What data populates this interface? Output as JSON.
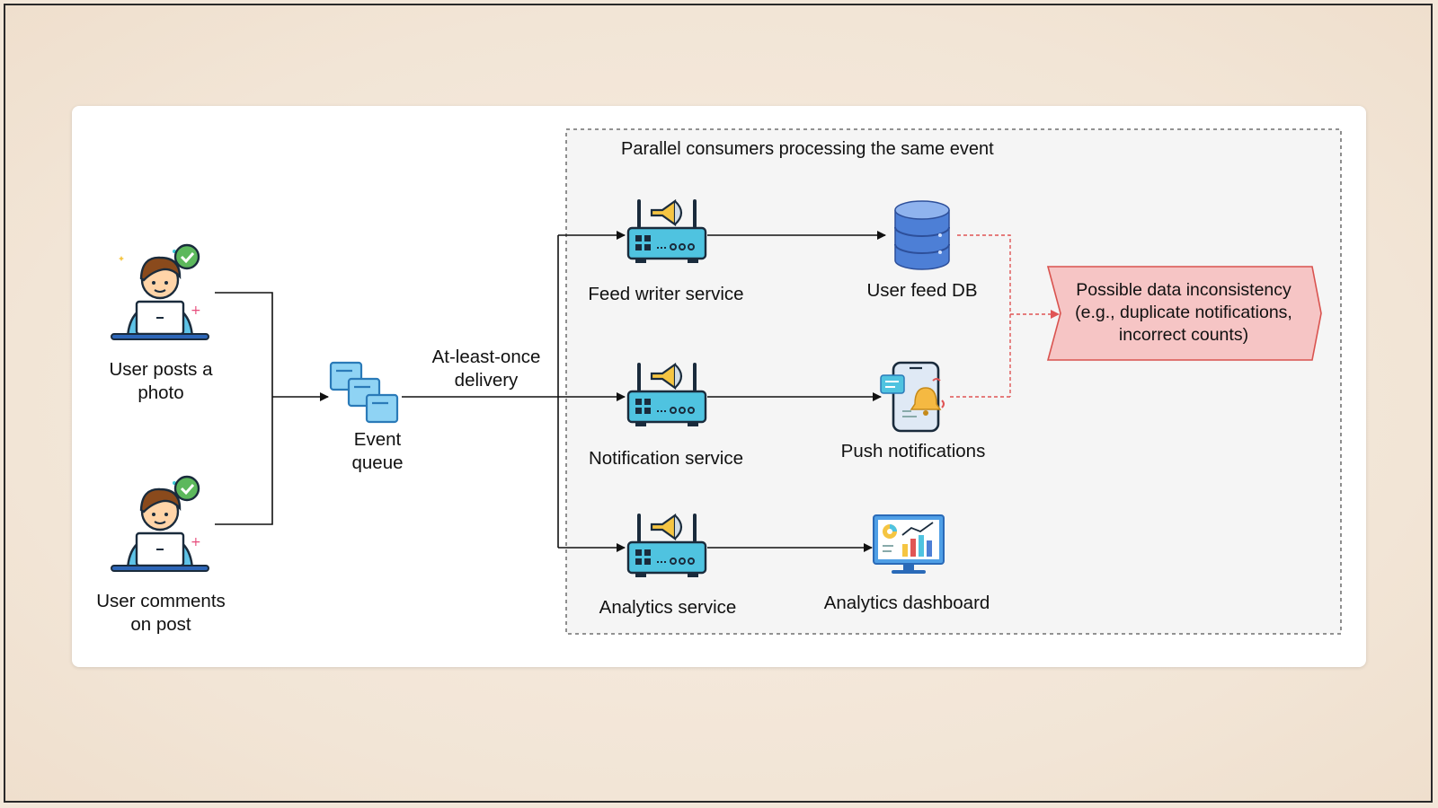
{
  "sources": [
    {
      "line1": "User posts a",
      "line2": "photo"
    },
    {
      "line1": "User comments",
      "line2": "on post"
    }
  ],
  "queue": {
    "line1": "Event",
    "line2": "queue"
  },
  "edge_label": {
    "line1": "At-least-once",
    "line2": "delivery"
  },
  "group": {
    "title": "Parallel consumers processing the same event"
  },
  "services": [
    {
      "label": "Feed writer service"
    },
    {
      "label": "Notification service"
    },
    {
      "label": "Analytics service"
    }
  ],
  "targets": [
    {
      "label": "User feed DB"
    },
    {
      "label": "Push notifications"
    },
    {
      "label": "Analytics dashboard"
    }
  ],
  "warning": {
    "line1": "Possible data inconsistency",
    "line2": "(e.g., duplicate notifications,",
    "line3": "incorrect counts)"
  },
  "colors": {
    "router": "#4fc3e0",
    "router_dark": "#1a2b3c",
    "db": "#4d7fd6",
    "warning_fill": "#f6c5c5",
    "warning_stroke": "#d9534f",
    "dashed_red": "#e05555",
    "group_bg": "#f5f5f5"
  }
}
